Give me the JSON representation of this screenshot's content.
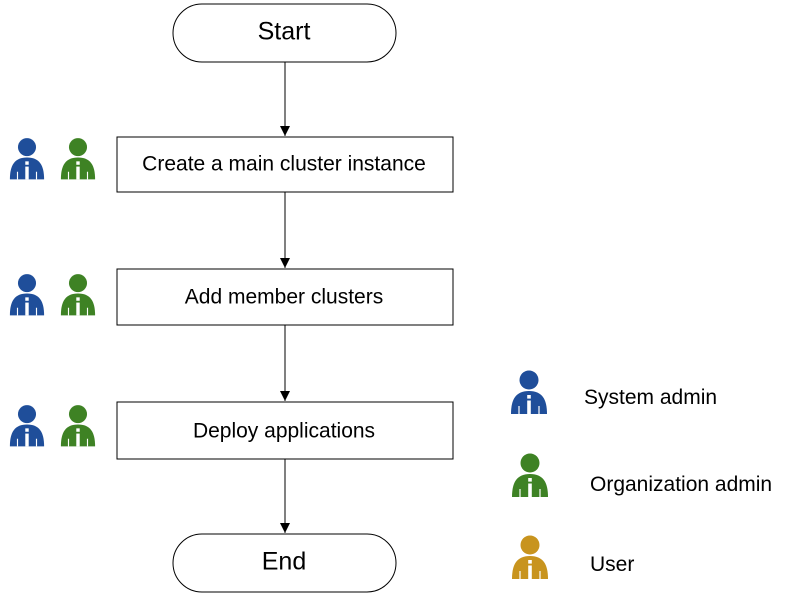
{
  "flow": {
    "start_label": "Start",
    "end_label": "End",
    "steps": [
      {
        "label": "Create a main cluster instance",
        "roles": [
          "system-admin",
          "organization-admin"
        ]
      },
      {
        "label": "Add member clusters",
        "roles": [
          "system-admin",
          "organization-admin"
        ]
      },
      {
        "label": "Deploy applications",
        "roles": [
          "system-admin",
          "organization-admin"
        ]
      }
    ]
  },
  "legend": {
    "items": [
      {
        "role": "system-admin",
        "label": "System admin",
        "color": "#1F4E9A"
      },
      {
        "role": "organization-admin",
        "label": "Organization admin",
        "color": "#3E8224"
      },
      {
        "role": "user",
        "label": "User",
        "color": "#C8941E"
      }
    ]
  },
  "icons": {
    "person": "person-icon"
  },
  "colors": {
    "stroke": "#000000",
    "background": "#ffffff"
  }
}
